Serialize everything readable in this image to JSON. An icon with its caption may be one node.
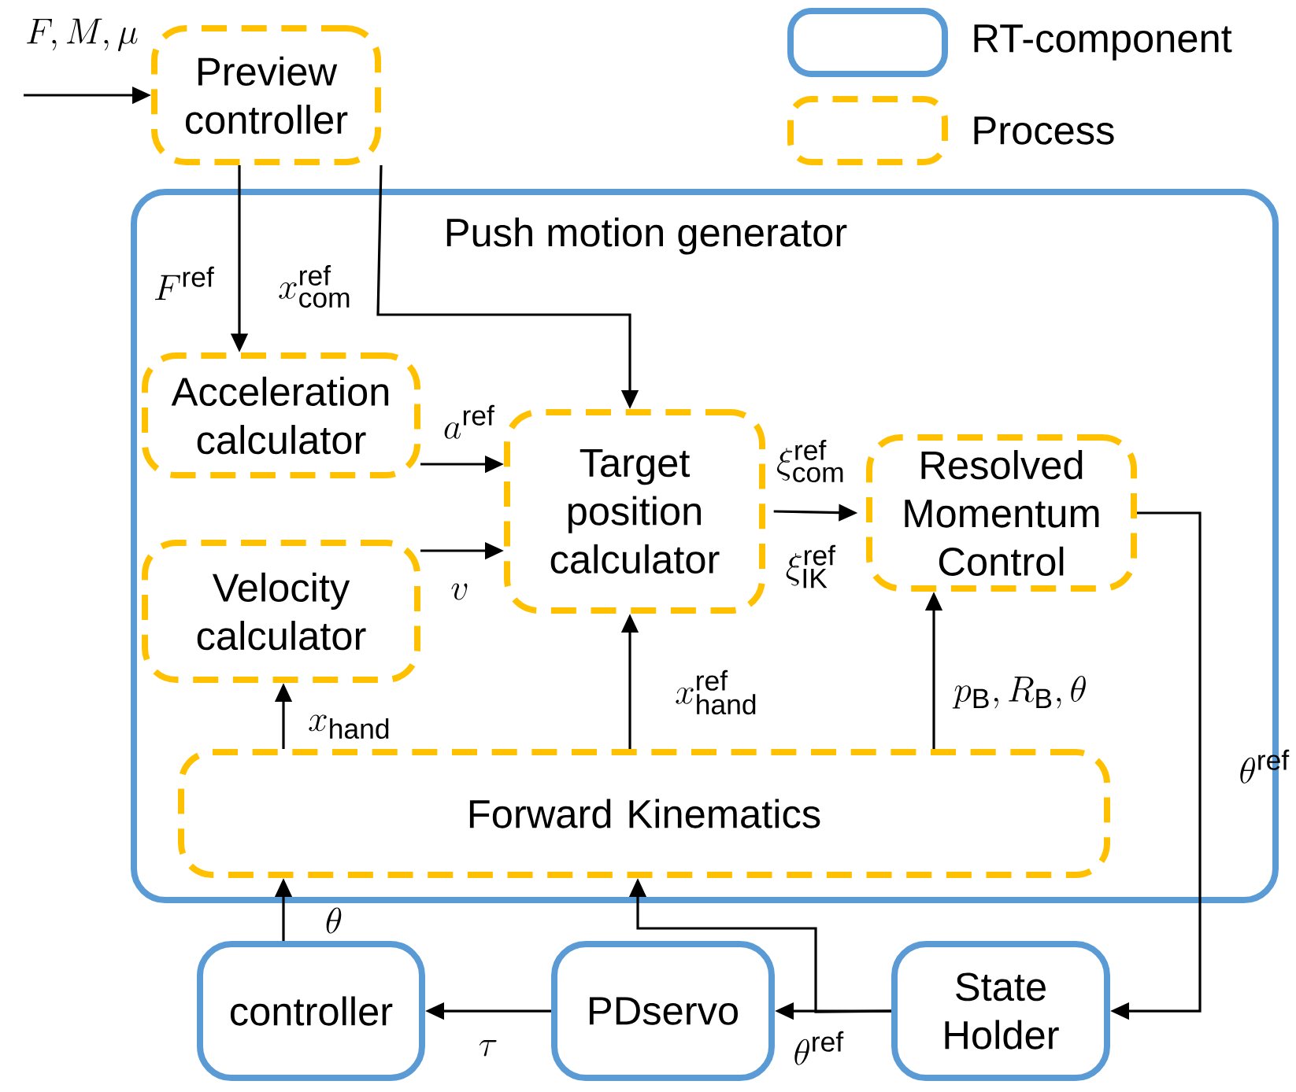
{
  "diagram": {
    "nodes": [
      {
        "text": [
          "Preview controller"
        ]
      },
      {
        "text": [
          "Push motion generator"
        ]
      },
      {
        "text": [
          "Acceleration calculator"
        ],
        "in": 1
      },
      {
        "text": [
          "Velocity calculator"
        ],
        "in": 1
      },
      {
        "text": [
          "Target position calculator"
        ],
        "in": 1
      },
      {
        "text": [
          "Resolved Momentum Control"
        ],
        "in": 1
      },
      {
        "text": [
          "Forward Kinematics"
        ],
        "in": 1
      },
      {
        "text": [
          "controller"
        ]
      },
      {
        "text": [
          "PDservo"
        ]
      },
      {
        "text": [
          "State Holder"
        ]
      }
    ],
    "edges": [
      {
        "from": null,
        "to": 0,
        "arrow": "to",
        "label": "F, M, \\mu"
      },
      {
        "from": 0,
        "to": 2,
        "arrow": "to",
        "label": "F^{\\mathrm{ref}}"
      },
      {
        "from": 0,
        "to": 4,
        "arrow": "to",
        "label": "x^{\\mathrm{ref}}_{\\mathrm{com}}"
      },
      {
        "from": 2,
        "to": 4,
        "arrow": "to",
        "label": "a^{\\mathrm{ref}}"
      },
      {
        "from": 3,
        "to": 4,
        "arrow": "to",
        "label": "v"
      },
      {
        "from": 4,
        "to": 5,
        "arrow": "to",
        "label": "\\xi^{\\mathrm{ref}}_{\\mathrm{com}}"
      },
      {
        "from": 6,
        "to": 3,
        "arrow": "to",
        "label": "x_{\\mathrm{hand}}"
      },
      {
        "from": 6,
        "to": 4,
        "arrow": "to",
        "label": "x^{\\mathrm{ref}}_{\\mathrm{hand}}"
      },
      {
        "from": 6,
        "to": 5,
        "arrow": "to",
        "label": "p_{\\mathrm{B}}, R_{\\mathrm{B}}, \\theta"
      },
      {
        "from": 5,
        "to": 9,
        "arrow": "to",
        "label": "\\theta^{\\mathrm{ref}}"
      },
      {
        "from": 9,
        "to": 8,
        "arrow": "to",
        "label": "\\theta^{\\mathrm{ref}}"
      },
      {
        "from": 9,
        "to": 6,
        "arrow": "to"
      },
      {
        "from": 8,
        "to": 7,
        "arrow": "to",
        "label": "\\tau"
      },
      {
        "from": 7,
        "to": 6,
        "arrow": "to",
        "label": "\\theta"
      }
    ],
    "labels": [
      "\\xi^{\\mathrm{ref}}_{\\mathrm{IK}}"
    ],
    "legend": [
      {
        "text": "RT-component"
      },
      {
        "text": "Process"
      }
    ]
  }
}
